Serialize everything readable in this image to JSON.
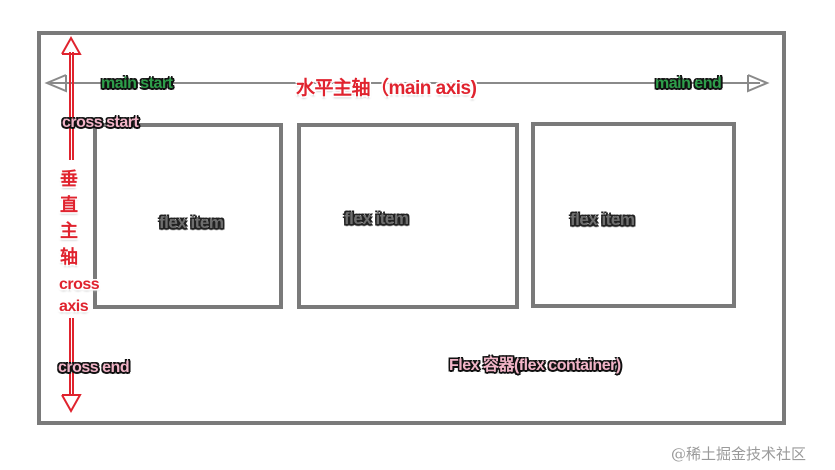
{
  "main_axis_label": "水平主轴（main axis)",
  "main_start": "main start",
  "main_end": "main end",
  "cross_start": "cross start",
  "cross_end": "cross end",
  "cross_axis_chars": [
    "垂",
    "直",
    "主",
    "轴"
  ],
  "cross_axis_en": [
    "cross",
    "axis"
  ],
  "flex_items": [
    "flex item",
    "flex item",
    "flex item"
  ],
  "container_label": "Flex 容器(flex container)",
  "watermark": "@稀土掘金技术社区"
}
